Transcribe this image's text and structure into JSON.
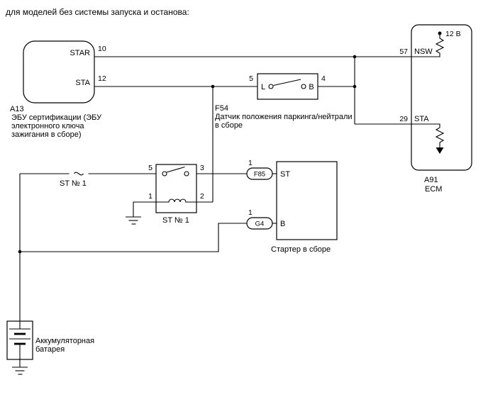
{
  "title": "для моделей без системы запуска и останова:",
  "a13": {
    "ref": "A13",
    "caption1": "ЭБУ сертификации (ЭБУ",
    "caption2": "электронного ключа",
    "caption3": "зажигания в сборе)",
    "pin_star_num": "10",
    "pin_star_label": "STAR",
    "pin_sta_num": "12",
    "pin_sta_label": "STA"
  },
  "f54": {
    "ref": "F54",
    "caption1": "Датчик положения паркинга/нейтрали",
    "caption2": "в сборе",
    "pin_left": "5",
    "pin_right": "4",
    "term_left": "L",
    "term_right": "B"
  },
  "fuse": {
    "label": "ST № 1"
  },
  "relay": {
    "label": "ST № 1",
    "pin_tl": "5",
    "pin_tr": "3",
    "pin_bl": "1",
    "pin_br": "2"
  },
  "starter": {
    "caption": "Стартер в сборе",
    "conn1_id": "F85",
    "conn1_pin": "1",
    "conn1_term": "ST",
    "conn2_id": "G4",
    "conn2_pin": "1",
    "conn2_term": "B"
  },
  "ecm": {
    "ref": "A91",
    "name": "ECM",
    "supply": "12 В",
    "pin1_num": "57",
    "pin1_label": "NSW",
    "pin2_num": "29",
    "pin2_label": "STA"
  },
  "battery": {
    "caption1": "Аккумуляторная",
    "caption2": "батарея"
  },
  "colors": {
    "line": "#000000",
    "background": "#ffffff"
  }
}
